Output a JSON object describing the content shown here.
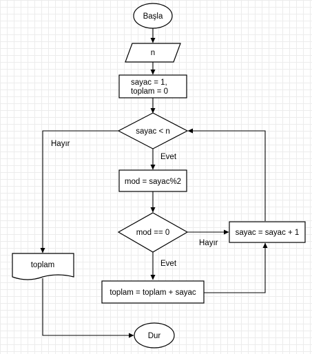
{
  "flowchart": {
    "nodes": {
      "start": "Başla",
      "input": "n",
      "init_line1": "sayac = 1,",
      "init_line2": "toplam = 0",
      "cond_loop": "sayac < n",
      "mod_calc": "mod = sayac%2",
      "cond_mod": "mod == 0",
      "increment": "sayac = sayac + 1",
      "add_sum": "toplam = toplam + sayac",
      "output": "toplam",
      "end": "Dur"
    },
    "edges": {
      "loop_no": "Hayır",
      "loop_yes": "Evet",
      "mod_no": "Hayır",
      "mod_yes": "Evet"
    }
  }
}
